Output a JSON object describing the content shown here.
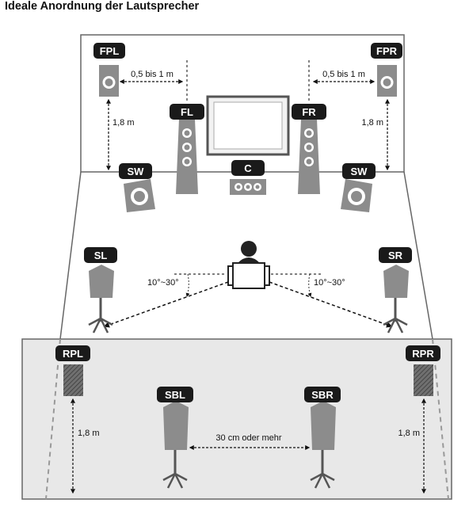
{
  "title": "Ideale Anordnung der Lautsprecher",
  "labels": {
    "fpl": "FPL",
    "fpr": "FPR",
    "fl": "FL",
    "fr": "FR",
    "c": "C",
    "sw_left": "SW",
    "sw_right": "SW",
    "sl": "SL",
    "sr": "SR",
    "rpl": "RPL",
    "rpr": "RPR",
    "sbl": "SBL",
    "sbr": "SBR"
  },
  "measurements": {
    "front_left_gap": "0,5 bis 1 m",
    "front_right_gap": "0,5 bis 1 m",
    "fpl_height": "1,8 m",
    "fpr_height": "1,8 m",
    "sl_angle": "10°~30°",
    "sr_angle": "10°~30°",
    "rpl_height": "1,8 m",
    "rpr_height": "1,8 m",
    "sb_gap": "30 cm oder mehr"
  },
  "colors": {
    "label_bg": "#1a1a1a",
    "speaker": "#8c8c8c",
    "floor": "#e8e8e8",
    "outline": "#555555"
  }
}
